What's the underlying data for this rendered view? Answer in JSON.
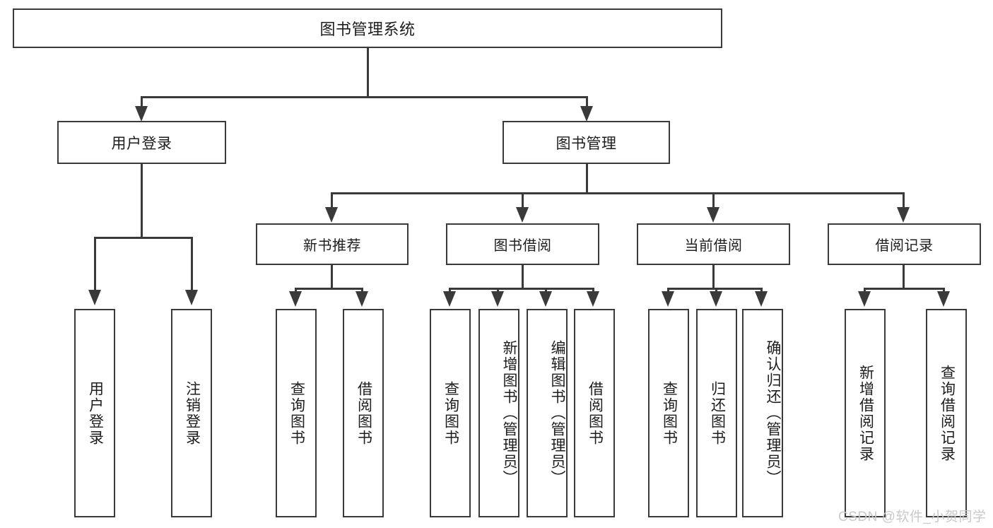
{
  "diagram": {
    "title": "图书管理系统",
    "type": "tree-hierarchy",
    "root": {
      "label": "图书管理系统"
    },
    "level2": [
      {
        "label": "用户登录"
      },
      {
        "label": "图书管理"
      }
    ],
    "level3": [
      {
        "label": "新书推荐"
      },
      {
        "label": "图书借阅"
      },
      {
        "label": "当前借阅"
      },
      {
        "label": "借阅记录"
      }
    ],
    "leaves": {
      "user_login": [
        {
          "label": "用户登录"
        },
        {
          "label": "注销登录"
        }
      ],
      "new_book_recommend": [
        {
          "label": "查询图书"
        },
        {
          "label": "借阅图书"
        }
      ],
      "book_borrow": [
        {
          "label": "查询图书"
        },
        {
          "label": "新增图书（管理员）"
        },
        {
          "label": "编辑图书（管理员）"
        },
        {
          "label": "借阅图书"
        }
      ],
      "current_borrow": [
        {
          "label": "查询图书"
        },
        {
          "label": "归还图书"
        },
        {
          "label": "确认归还（管理员）"
        }
      ],
      "borrow_record": [
        {
          "label": "新增借阅记录"
        },
        {
          "label": "查询借阅记录"
        }
      ]
    }
  },
  "watermark": {
    "text": "CSDN @软件_小贺同学"
  },
  "colors": {
    "stroke": "#3a3a3a",
    "background": "#ffffff",
    "text": "#1d1d1d",
    "watermark": "#c9c9c9"
  }
}
